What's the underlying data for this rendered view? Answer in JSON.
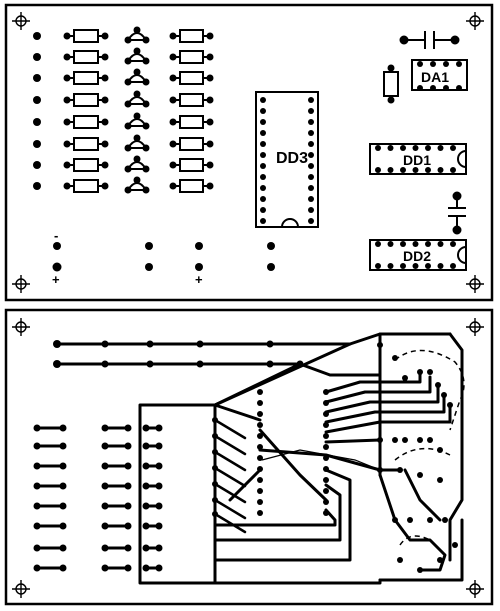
{
  "component_side": {
    "labels": {
      "dd3": "DD3",
      "dd1": "DD1",
      "dd2": "DD2",
      "da1": "DA1",
      "minus": "-",
      "plus_left": "+",
      "plus_mid": "+"
    }
  },
  "trace_side": {},
  "colors": {
    "ink": "#000000",
    "paper": "#ffffff"
  }
}
